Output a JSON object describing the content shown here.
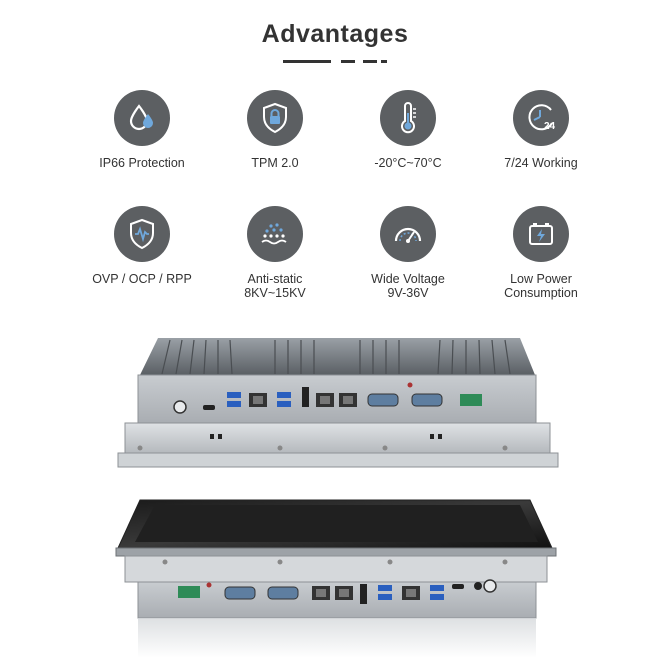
{
  "heading": "Advantages",
  "features": [
    {
      "icon": "water-drop-icon",
      "label": "IP66 Protection"
    },
    {
      "icon": "lock-shield-icon",
      "label": "TPM 2.0"
    },
    {
      "icon": "thermometer-icon",
      "label": "-20°C~70°C"
    },
    {
      "icon": "clock-24-icon",
      "label": "7/24 Working"
    },
    {
      "icon": "shield-wave-icon",
      "label": "OVP / OCP / RPP"
    },
    {
      "icon": "static-dots-icon",
      "label": "Anti-static\n8KV~15KV"
    },
    {
      "icon": "gauge-icon",
      "label": "Wide Voltage\n9V-36V"
    },
    {
      "icon": "battery-icon",
      "label": "Low Power\nConsumption"
    }
  ],
  "colors": {
    "icon_bg": "#5c5f62",
    "icon_accent": "#6fa8dc",
    "text": "#333333"
  }
}
